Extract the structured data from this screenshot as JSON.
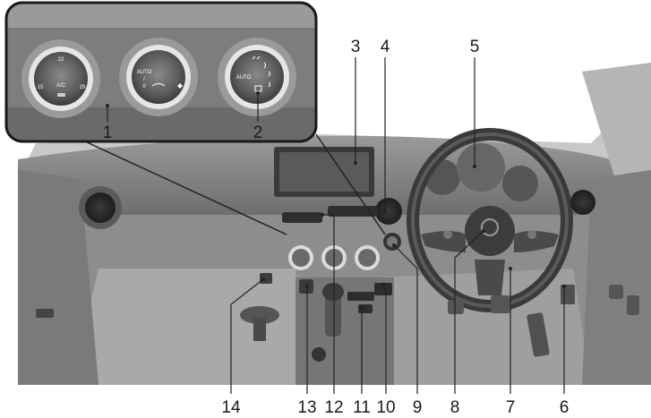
{
  "callouts": {
    "c1": "1",
    "c2": "2",
    "c3": "3",
    "c4": "4",
    "c5": "5",
    "c6": "6",
    "c7": "7",
    "c8": "8",
    "c9": "9",
    "c10": "10",
    "c11": "11",
    "c12": "12",
    "c13": "13",
    "c14": "14"
  },
  "knobs": {
    "left": {
      "top": "22",
      "left": "15",
      "right": "29",
      "center": "A/C"
    },
    "middle": {
      "top": "AUTO",
      "mid": "/",
      "sub": "0"
    },
    "right": {
      "label": "AUTO"
    }
  }
}
